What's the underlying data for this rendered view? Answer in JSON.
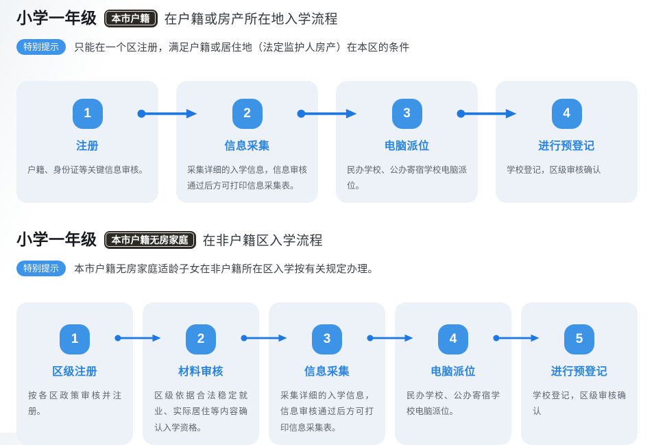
{
  "colors": {
    "accent_circle_blue": "#3D94E6",
    "arrow_blue": "#1E78E0",
    "step_title_blue": "#2B84E0",
    "card_bg": "#EDF2F8",
    "badge_dark": "#2D2A25",
    "tip_badge_blue": "#3E93EA",
    "grade_text": "#17191D",
    "heading_rest_text": "#35393E",
    "tip_text": "#3F4348",
    "desc_text": "#5D6670"
  },
  "icons": {
    "flow_arrow": "right-arrow"
  },
  "sections": [
    {
      "heading": {
        "grade": "小学一年级",
        "badge": "本市户籍",
        "rest": "在户籍或房产所在地入学流程"
      },
      "tip": {
        "badge": "特别提示",
        "text": "只能在一个区注册，满足户籍或居住地（法定监护人房产）在本区的条件"
      },
      "steps": [
        {
          "num": "1",
          "title": "注册",
          "desc": "户籍、身份证等关键信息审核。"
        },
        {
          "num": "2",
          "title": "信息采集",
          "desc": "采集详细的入学信息，信息审核通过后方可打印信息采集表。"
        },
        {
          "num": "3",
          "title": "电脑派位",
          "desc": "民办学校、公办寄宿学校电脑派位。"
        },
        {
          "num": "4",
          "title": "进行预登记",
          "desc": "学校登记，区级审核确认"
        }
      ]
    },
    {
      "heading": {
        "grade": "小学一年级",
        "badge": "本市户籍无房家庭",
        "rest": "在非户籍区入学流程"
      },
      "tip": {
        "badge": "特别提示",
        "text": "本市户籍无房家庭适龄子女在非户籍所在区入学按有关规定办理。"
      },
      "steps": [
        {
          "num": "1",
          "title": "区级注册",
          "desc": "按各区政策审核并注册。"
        },
        {
          "num": "2",
          "title": "材料审核",
          "desc": "区级依据合法稳定就业、实际居住等内容确认入学资格。"
        },
        {
          "num": "3",
          "title": "信息采集",
          "desc": "采集详细的入学信息，信息审核通过后方可打印信息采集表。"
        },
        {
          "num": "4",
          "title": "电脑派位",
          "desc": "民办学校、公办寄宿学校电脑派位。"
        },
        {
          "num": "5",
          "title": "进行预登记",
          "desc": "学校登记，区级审核确认"
        }
      ]
    }
  ]
}
